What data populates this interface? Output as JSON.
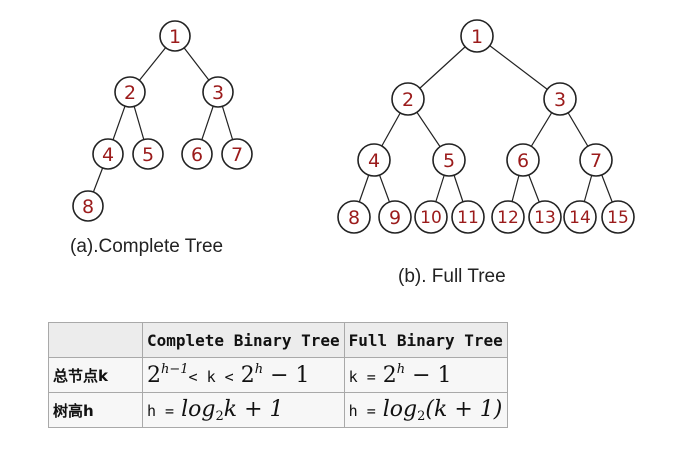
{
  "diagram": {
    "complete_tree": {
      "caption": "(a).Complete Tree",
      "nodes": [
        "1",
        "2",
        "3",
        "4",
        "5",
        "6",
        "7",
        "8"
      ],
      "edges": [
        [
          "1",
          "2"
        ],
        [
          "1",
          "3"
        ],
        [
          "2",
          "4"
        ],
        [
          "2",
          "5"
        ],
        [
          "3",
          "6"
        ],
        [
          "3",
          "7"
        ],
        [
          "4",
          "8"
        ]
      ]
    },
    "full_tree": {
      "caption": "(b). Full Tree",
      "nodes": [
        "1",
        "2",
        "3",
        "4",
        "5",
        "6",
        "7",
        "8",
        "9",
        "10",
        "11",
        "12",
        "13",
        "14",
        "15"
      ],
      "edges": [
        [
          "1",
          "2"
        ],
        [
          "1",
          "3"
        ],
        [
          "2",
          "4"
        ],
        [
          "2",
          "5"
        ],
        [
          "3",
          "6"
        ],
        [
          "3",
          "7"
        ],
        [
          "4",
          "8"
        ],
        [
          "4",
          "9"
        ],
        [
          "5",
          "10"
        ],
        [
          "5",
          "11"
        ],
        [
          "6",
          "12"
        ],
        [
          "6",
          "13"
        ],
        [
          "7",
          "14"
        ],
        [
          "7",
          "15"
        ]
      ]
    },
    "node_stroke": "#222222",
    "label_color": "#9b1b1b"
  },
  "table": {
    "headers": [
      "Complete Binary Tree",
      "Full Binary Tree"
    ],
    "rows": [
      {
        "label": "总节点k",
        "complete": {
          "base": "2",
          "exp": "h−1",
          "middle": "< k <",
          "base2": "2",
          "exp2": "h",
          "tail": " − 1"
        },
        "full": {
          "lhs": "k =",
          "base": "2",
          "exp": "h",
          "tail": " − 1"
        }
      },
      {
        "label": "树高h",
        "complete": {
          "lhs": "h =",
          "log": "log",
          "sub": "2",
          "rest": "k + 1"
        },
        "full": {
          "lhs": "h =",
          "log": "log",
          "sub": "2",
          "rest": "(k + 1)"
        }
      }
    ]
  }
}
